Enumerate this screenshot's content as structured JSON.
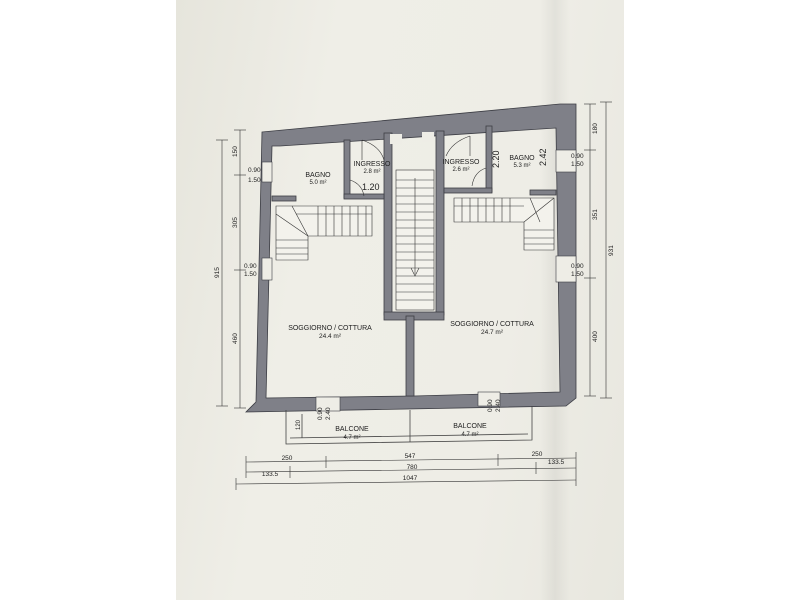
{
  "rooms": {
    "bagno_left": {
      "name": "BAGNO",
      "area": "5.0 m²"
    },
    "ingresso_left": {
      "name": "INGRESSO",
      "area": "2.8 m²"
    },
    "ingresso_right": {
      "name": "INGRESSO",
      "area": "2.6 m²"
    },
    "bagno_right": {
      "name": "BAGNO",
      "area": "5.3 m²"
    },
    "soggiorno_left": {
      "name": "SOGGIORNO / COTTURA",
      "area": "24.4 m²"
    },
    "soggiorno_right": {
      "name": "SOGGIORNO / COTTURA",
      "area": "24.7 m²"
    },
    "balcone_left": {
      "name": "BALCONE",
      "area": "4.7 m²"
    },
    "balcone_right": {
      "name": "BALCONE",
      "area": "4.7 m²"
    }
  },
  "interior_dims": {
    "ingresso_width": "1.20",
    "right_ingresso_height": "2.20",
    "right_bagno_height": "2.42",
    "balcone_depth": "120"
  },
  "openings": {
    "win_left_top_w": "0.90",
    "win_left_top_h": "1.50",
    "win_left_mid_w": "0.90",
    "win_left_mid_h": "1.50",
    "win_right_top_w": "0.90",
    "win_right_top_h": "1.50",
    "win_right_mid_w": "0.90",
    "win_right_mid_h": "1.50",
    "door_bottom_left_w": "0.90",
    "door_bottom_left_h": "2.40",
    "door_bottom_right_w": "0.90",
    "door_bottom_right_h": "2.40"
  },
  "left_dims": {
    "top": "150",
    "mid": "305",
    "bottom": "460",
    "total": "915"
  },
  "right_dims": {
    "top": "180",
    "mid": "351",
    "bottom": "400",
    "total": "931"
  },
  "bottom_dims": {
    "left_offset": "250",
    "middle": "547",
    "right_offset": "250",
    "left_short": "133.5",
    "inner": "780",
    "right_short": "133.5",
    "total": "1047"
  }
}
